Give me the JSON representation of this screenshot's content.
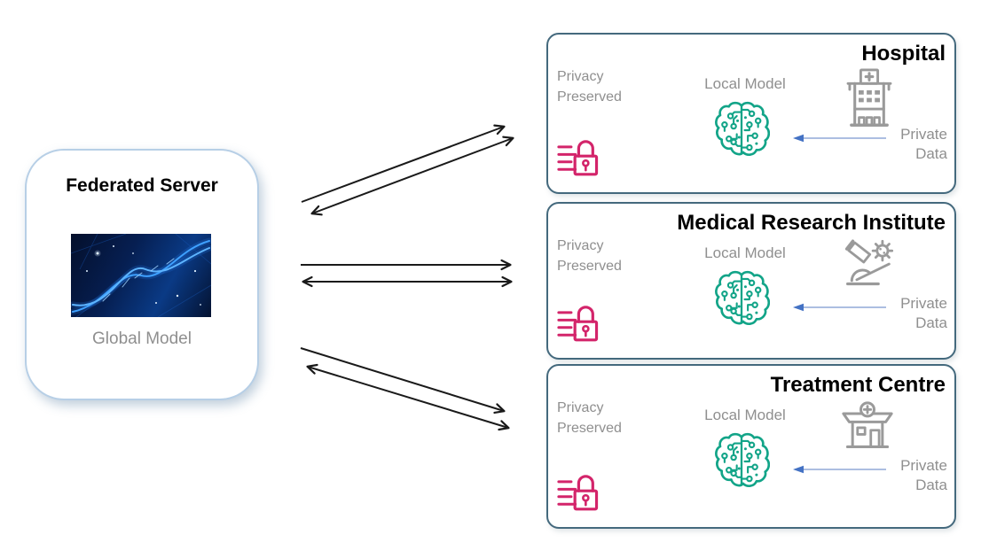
{
  "server": {
    "title": "Federated Server",
    "caption": "Global Model",
    "image": "network-helix-image"
  },
  "clients": [
    {
      "title": "Hospital",
      "privacy_label": "Privacy\nPreserved",
      "local_model_label": "Local Model",
      "private_data_label": "Private\nData",
      "org_icon": "hospital-building-icon"
    },
    {
      "title": "Medical Research Institute",
      "privacy_label": "Privacy\nPreserved",
      "local_model_label": "Local Model",
      "private_data_label": "Private\nData",
      "org_icon": "microscope-virus-icon"
    },
    {
      "title": "Treatment Centre",
      "privacy_label": "Privacy\nPreserved",
      "local_model_label": "Local Model",
      "private_data_label": "Private\nData",
      "org_icon": "clinic-building-icon"
    }
  ],
  "colors": {
    "client_border": "#44697d",
    "server_border": "#b7cfe6",
    "brain_teal": "#12a488",
    "lock_pink": "#d3246a",
    "gray_text": "#8f8f8f",
    "icon_gray": "#9a9a9a",
    "exchange_arrow_black": "#1a1a1a",
    "data_arrow_blue": "#4472c4"
  }
}
